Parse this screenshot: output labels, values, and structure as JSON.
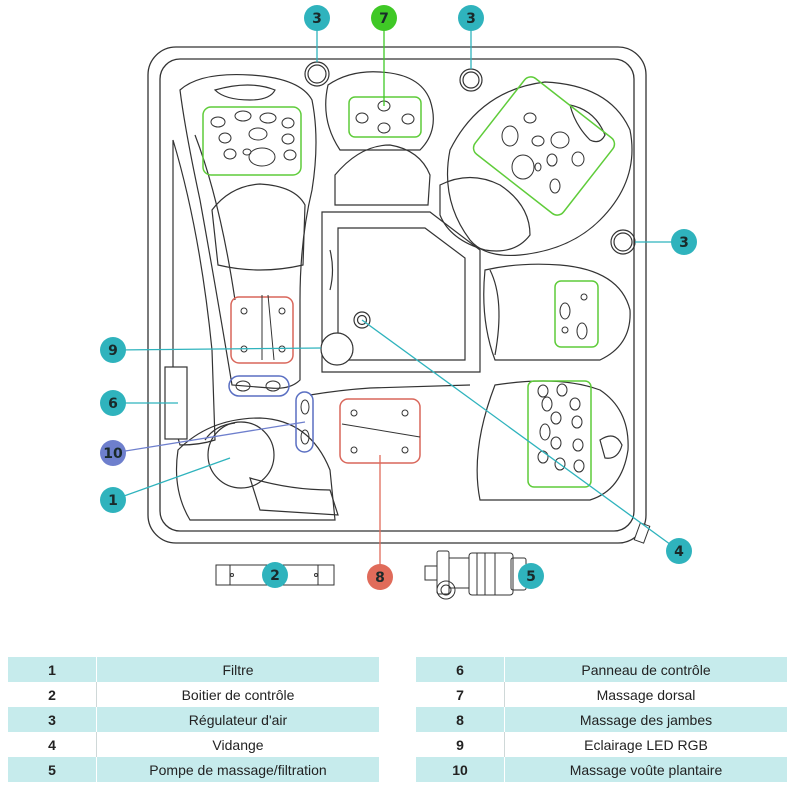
{
  "colors": {
    "teal": "#2fb3bd",
    "green": "#3fc826",
    "salmon": "#e06b5a",
    "blue": "#6e7fcd",
    "outline": "#333333",
    "zone_green": "#5fcc3a",
    "zone_red": "#d9665a",
    "zone_blue": "#5a6fc2"
  },
  "callouts": [
    {
      "id": "c-3a",
      "label": "3",
      "color": "teal"
    },
    {
      "id": "c-7",
      "label": "7",
      "color": "green"
    },
    {
      "id": "c-3b",
      "label": "3",
      "color": "teal"
    },
    {
      "id": "c-3c",
      "label": "3",
      "color": "teal"
    },
    {
      "id": "c-9",
      "label": "9",
      "color": "teal"
    },
    {
      "id": "c-6",
      "label": "6",
      "color": "teal"
    },
    {
      "id": "c-10",
      "label": "10",
      "color": "blue"
    },
    {
      "id": "c-1",
      "label": "1",
      "color": "teal"
    },
    {
      "id": "c-4",
      "label": "4",
      "color": "teal"
    },
    {
      "id": "c-2",
      "label": "2",
      "color": "teal"
    },
    {
      "id": "c-8",
      "label": "8",
      "color": "salmon"
    },
    {
      "id": "c-5",
      "label": "5",
      "color": "teal"
    }
  ],
  "legend": {
    "left": [
      {
        "num": "1",
        "label": "Filtre"
      },
      {
        "num": "2",
        "label": "Boitier de contrôle"
      },
      {
        "num": "3",
        "label": "Régulateur d'air"
      },
      {
        "num": "4",
        "label": "Vidange"
      },
      {
        "num": "5",
        "label": "Pompe de massage/filtration"
      }
    ],
    "right": [
      {
        "num": "6",
        "label": "Panneau de contrôle"
      },
      {
        "num": "7",
        "label": "Massage dorsal"
      },
      {
        "num": "8",
        "label": "Massage des jambes"
      },
      {
        "num": "9",
        "label": "Eclairage LED RGB"
      },
      {
        "num": "10",
        "label": "Massage voûte plantaire"
      }
    ]
  }
}
